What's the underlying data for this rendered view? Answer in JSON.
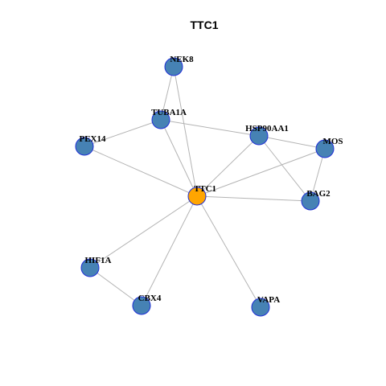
{
  "title": "TTC1",
  "colors": {
    "hub_fill": "#FFA500",
    "node_fill": "#4682B4",
    "node_border": "#1F2FD6",
    "edge": "#B4B4B4"
  },
  "nodes": [
    {
      "id": "NEK8",
      "label": "NEK8",
      "hub": false
    },
    {
      "id": "TUBA1A",
      "label": "TUBA1A",
      "hub": false
    },
    {
      "id": "PEX14",
      "label": "PEX14",
      "hub": false
    },
    {
      "id": "HSP90AA1",
      "label": "HSP90AA1",
      "hub": false
    },
    {
      "id": "MOS",
      "label": "MOS",
      "hub": false
    },
    {
      "id": "TTC1",
      "label": "TTC1",
      "hub": true
    },
    {
      "id": "BAG2",
      "label": "BAG2",
      "hub": false
    },
    {
      "id": "HIF1A",
      "label": "HIF1A",
      "hub": false
    },
    {
      "id": "CBX4",
      "label": "CBX4",
      "hub": false
    },
    {
      "id": "VAPA",
      "label": "VAPA",
      "hub": false
    }
  ],
  "edges": [
    [
      "NEK8",
      "TUBA1A"
    ],
    [
      "NEK8",
      "TTC1"
    ],
    [
      "TUBA1A",
      "PEX14"
    ],
    [
      "TUBA1A",
      "HSP90AA1"
    ],
    [
      "TUBA1A",
      "TTC1"
    ],
    [
      "PEX14",
      "TTC1"
    ],
    [
      "HSP90AA1",
      "MOS"
    ],
    [
      "HSP90AA1",
      "BAG2"
    ],
    [
      "HSP90AA1",
      "TTC1"
    ],
    [
      "MOS",
      "TTC1"
    ],
    [
      "MOS",
      "BAG2"
    ],
    [
      "TTC1",
      "BAG2"
    ],
    [
      "TTC1",
      "HIF1A"
    ],
    [
      "TTC1",
      "CBX4"
    ],
    [
      "TTC1",
      "VAPA"
    ],
    [
      "HIF1A",
      "CBX4"
    ]
  ]
}
